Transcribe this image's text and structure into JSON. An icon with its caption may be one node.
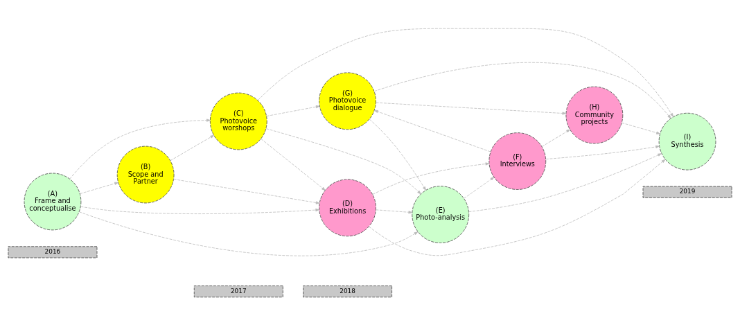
{
  "diagram": {
    "nodes": [
      {
        "text": [
          "2016"
        ]
      },
      {
        "text": [
          "2017"
        ]
      },
      {
        "text": [
          "2018"
        ]
      },
      {
        "text": [
          "2019"
        ]
      },
      {
        "text": [
          "(A) Frame and conceptualise"
        ]
      },
      {
        "text": [
          "(B) Scope and Partner"
        ]
      },
      {
        "text": [
          "(C) Photovoice worshops"
        ]
      },
      {
        "text": [
          "(D) Exhibitions"
        ]
      },
      {
        "text": [
          "(E) Photo-analysis"
        ]
      },
      {
        "text": [
          "(F) Interviews"
        ]
      },
      {
        "text": [
          "(G) Photovoice dialogue"
        ]
      },
      {
        "text": [
          "(H) Community projects"
        ]
      },
      {
        "text": [
          "(I) Synthesis"
        ]
      }
    ],
    "edges": [
      {
        "from": 4,
        "to": 5,
        "arrow": "to",
        "style": "dashed"
      },
      {
        "from": 4,
        "to": 6,
        "arrow": "to",
        "style": "dashed"
      },
      {
        "from": 4,
        "to": 8,
        "arrow": "to",
        "style": "dashed"
      },
      {
        "from": 4,
        "to": 7,
        "arrow": "to",
        "style": "dashed"
      },
      {
        "from": 5,
        "to": 6,
        "arrow": "to",
        "style": "dashed"
      },
      {
        "from": 5,
        "to": 7,
        "arrow": "to",
        "style": "dashed"
      },
      {
        "from": 6,
        "to": 10,
        "arrow": "to",
        "style": "dashed"
      },
      {
        "from": 6,
        "to": 12,
        "arrow": "to",
        "style": "dashed"
      },
      {
        "from": 6,
        "to": 8,
        "arrow": "to",
        "style": "dashed"
      },
      {
        "from": 6,
        "to": 7,
        "arrow": "to",
        "style": "dashed"
      },
      {
        "from": 7,
        "to": 8,
        "arrow": "to",
        "style": "dashed"
      },
      {
        "from": 7,
        "to": 9,
        "arrow": "to",
        "style": "dashed"
      },
      {
        "from": 7,
        "to": 12,
        "arrow": "to",
        "style": "dashed"
      },
      {
        "from": 8,
        "to": 12,
        "arrow": "to",
        "style": "dashed"
      },
      {
        "from": 8,
        "to": 9,
        "arrow": "to",
        "style": "dashed"
      },
      {
        "from": 10,
        "to": 8,
        "arrow": "to",
        "style": "dashed"
      },
      {
        "from": 10,
        "to": 12,
        "arrow": "to",
        "style": "dashed"
      },
      {
        "from": 10,
        "to": 11,
        "arrow": "to",
        "style": "dashed"
      },
      {
        "from": 9,
        "to": 10,
        "arrow": "to",
        "style": "dashed"
      },
      {
        "from": 9,
        "to": 12,
        "arrow": "to",
        "style": "dashed"
      },
      {
        "from": 9,
        "to": 11,
        "arrow": "to",
        "style": "dashed"
      },
      {
        "from": 11,
        "to": 12,
        "arrow": "to",
        "style": "dashed"
      }
    ]
  }
}
